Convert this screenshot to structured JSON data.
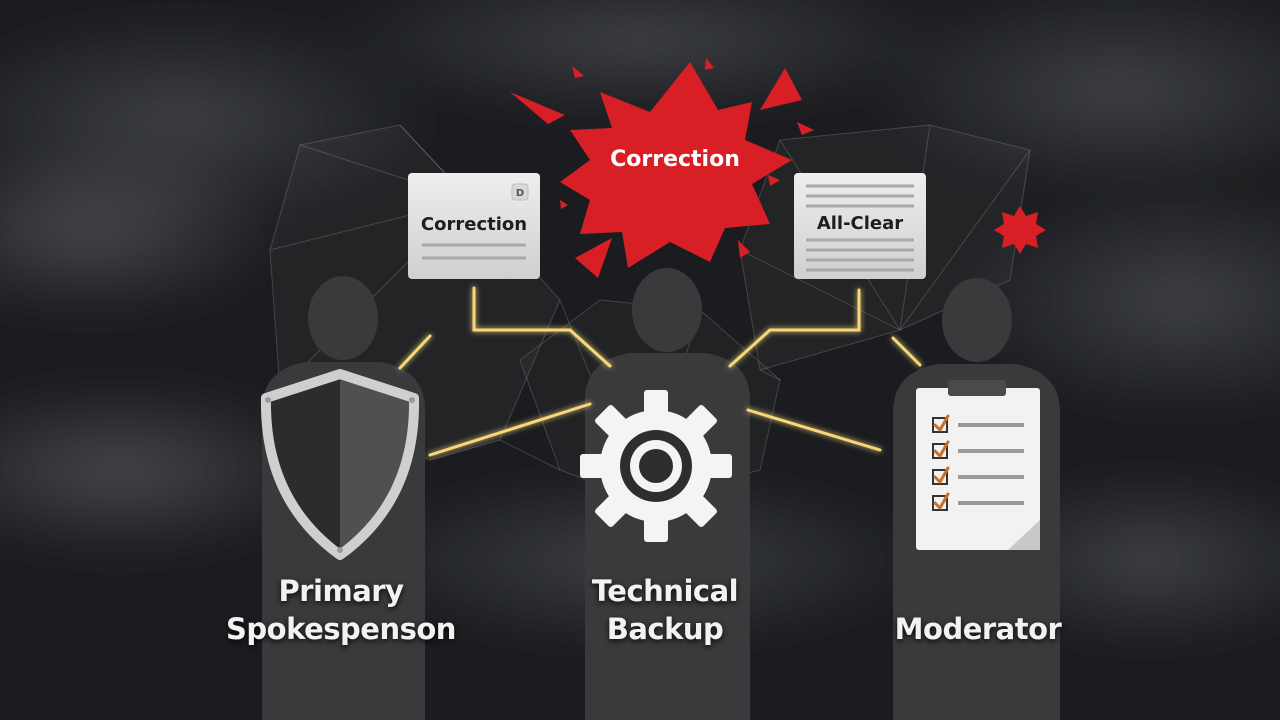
{
  "burst": {
    "label": "Correction",
    "color": "#d81f26"
  },
  "cards": [
    {
      "title": "Correction",
      "badge": "D"
    },
    {
      "title": "All-Clear"
    }
  ],
  "roles": [
    {
      "line1": "Primary",
      "line2": "Spokespenson",
      "icon": "shield-icon"
    },
    {
      "line1": "Technical",
      "line2": "Backup",
      "icon": "gear-icon"
    },
    {
      "line1": "Moderator",
      "line2": "",
      "icon": "clipboard-checklist-icon"
    }
  ],
  "colors": {
    "background": "#1b1c1f",
    "accent_red": "#d81f26",
    "connector_gold": "#f6d77a",
    "silhouette": "#3a3a3c"
  }
}
